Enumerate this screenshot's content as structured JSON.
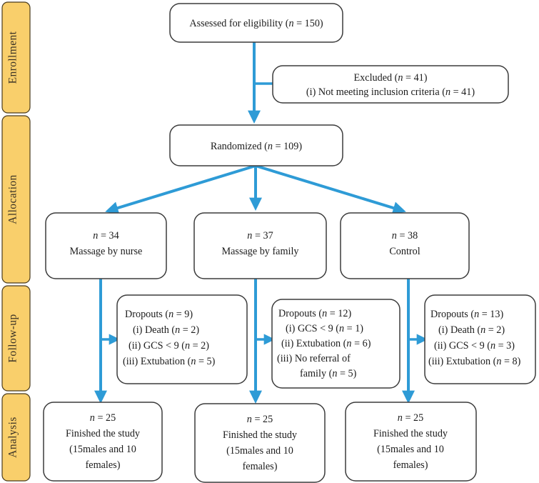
{
  "diagram": {
    "title": "CONSORT participant flow diagram",
    "accent_color": "#2E9BD6",
    "stage_fill_color": "#F9CF6B",
    "box_border_color": "#3B3B3B",
    "background_color": "#FFFFFF"
  },
  "stages": [
    {
      "id": "enrollment",
      "label": "Enrollment"
    },
    {
      "id": "allocation",
      "label": "Allocation"
    },
    {
      "id": "followup",
      "label": "Follow-up"
    },
    {
      "id": "analysis",
      "label": "Analysis"
    }
  ],
  "nodes": {
    "assessed": {
      "lines": [
        "Assessed for eligibility (n = 150)"
      ]
    },
    "excluded": {
      "lines": [
        "Excluded (n = 41)",
        "(i) Not meeting inclusion criteria (n = 41)"
      ]
    },
    "randomized": {
      "lines": [
        "Randomized (n = 109)"
      ]
    },
    "group_nurse": {
      "lines": [
        "n = 34",
        "Massage by nurse"
      ]
    },
    "group_family": {
      "lines": [
        "n = 37",
        "Massage by family"
      ]
    },
    "group_control": {
      "lines": [
        "n = 38",
        "Control"
      ]
    },
    "dropouts_nurse": {
      "lines": [
        "Dropouts (n = 9)",
        "(i) Death (n = 2)",
        "(ii) GCS < 9 (n = 2)",
        "(iii) Extubation (n = 5)"
      ]
    },
    "dropouts_family": {
      "lines": [
        "Dropouts (n = 12)",
        "(i) GCS < 9 (n = 1)",
        "(ii) Extubation (n = 6)",
        "(iii) No referral of",
        "family (n = 5)"
      ]
    },
    "dropouts_control": {
      "lines": [
        "Dropouts (n = 13)",
        "(i) Death (n = 2)",
        "(ii) GCS < 9 (n = 3)",
        "(iii) Extubation (n = 8)"
      ]
    },
    "analysis_nurse": {
      "lines": [
        "n = 25",
        "Finished the study",
        "(15males and 10",
        "females)"
      ]
    },
    "analysis_family": {
      "lines": [
        "n = 25",
        "Finished the study",
        "(15males and 10",
        "females)"
      ]
    },
    "analysis_control": {
      "lines": [
        "n = 25",
        "Finished the study",
        "(15males and 10",
        "females)"
      ]
    }
  },
  "chart_data": {
    "type": "diagram",
    "title": "CONSORT flow diagram",
    "stages": [
      "Enrollment",
      "Allocation",
      "Follow-up",
      "Analysis"
    ],
    "counts": {
      "assessed_for_eligibility": 150,
      "excluded_total": 41,
      "excluded_not_meeting_inclusion_criteria": 41,
      "randomized": 109,
      "allocated_massage_by_nurse": 34,
      "allocated_massage_by_family": 37,
      "allocated_control": 38,
      "dropouts_massage_by_nurse": 9,
      "dropouts_massage_by_nurse_death": 2,
      "dropouts_massage_by_nurse_gcs_lt_9": 2,
      "dropouts_massage_by_nurse_extubation": 5,
      "dropouts_massage_by_family": 12,
      "dropouts_massage_by_family_gcs_lt_9": 1,
      "dropouts_massage_by_family_extubation": 6,
      "dropouts_massage_by_family_no_referral": 5,
      "dropouts_control": 13,
      "dropouts_control_death": 2,
      "dropouts_control_gcs_lt_9": 3,
      "dropouts_control_extubation": 8,
      "analyzed_massage_by_nurse": 25,
      "analyzed_massage_by_family": 25,
      "analyzed_control": 25,
      "analyzed_males_each_arm": 15,
      "analyzed_females_each_arm": 10
    }
  }
}
